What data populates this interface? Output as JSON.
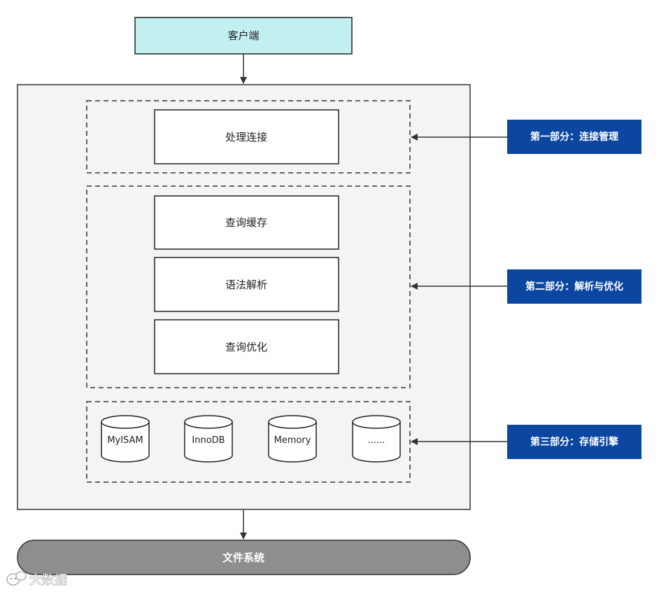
{
  "client": {
    "label": "客户端"
  },
  "connection": {
    "label": "处理连接"
  },
  "parsing": {
    "steps": [
      "查询缓存",
      "语法解析",
      "查询优化"
    ]
  },
  "engines": [
    "MyISAM",
    "InnoDB",
    "Memory",
    "......"
  ],
  "part_labels": [
    "第一部分：连接管理",
    "第二部分：解析与优化",
    "第三部分：存储引擎"
  ],
  "filesystem": {
    "label": "文件系统"
  },
  "watermark": {
    "text": "大数据",
    "icon": "wechat-logo-icon"
  },
  "colors": {
    "client_fill": "#c2eff0",
    "server_fill": "#f4f4f4",
    "label_fill": "#0b47a1",
    "filesystem_fill": "#8e8e8e"
  }
}
